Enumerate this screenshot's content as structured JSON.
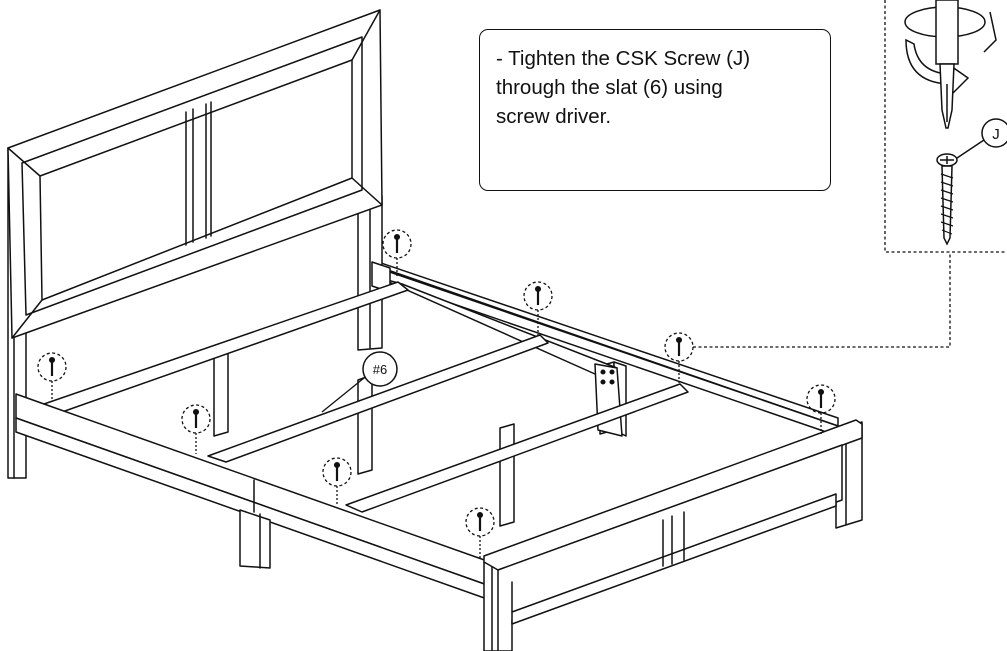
{
  "instruction": {
    "lines": [
      "- Tighten the CSK Screw (J)",
      "through the slat (6) using",
      "screw driver."
    ]
  },
  "callouts": {
    "slat_label": "#6",
    "screw_label": "J"
  }
}
